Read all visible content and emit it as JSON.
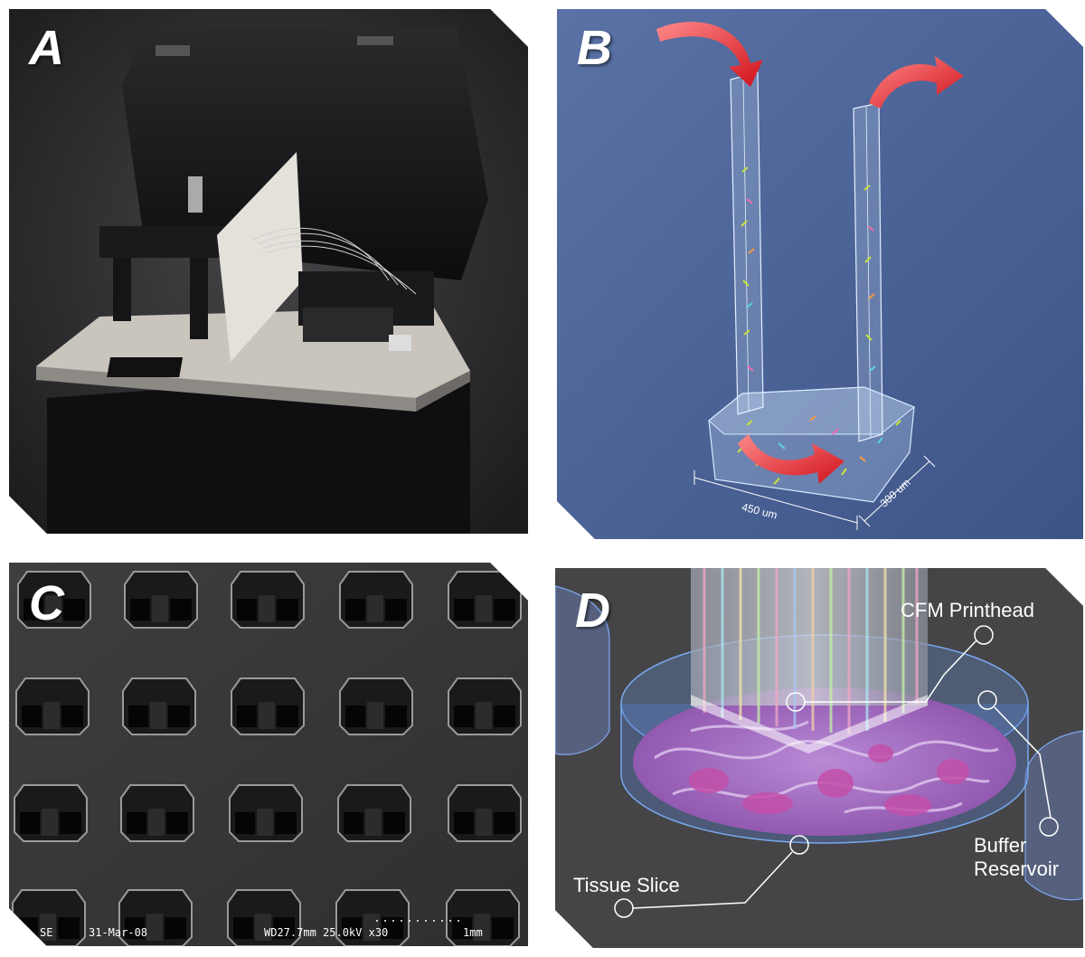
{
  "panels": {
    "a": {
      "letter": "A"
    },
    "b": {
      "letter": "B",
      "dim_x": "450 um",
      "dim_y": "300 um"
    },
    "c": {
      "letter": "C",
      "sem": {
        "mode": "SE",
        "date": "31-Mar-08",
        "params": "WD27.7mm 25.0kV x30",
        "scale": "1mm"
      }
    },
    "d": {
      "letter": "D",
      "labels": {
        "printhead": "CFM Printhead",
        "buffer_line1": "Buffer",
        "buffer_line2": "Reservoir",
        "tissue": "Tissue Slice"
      }
    }
  }
}
